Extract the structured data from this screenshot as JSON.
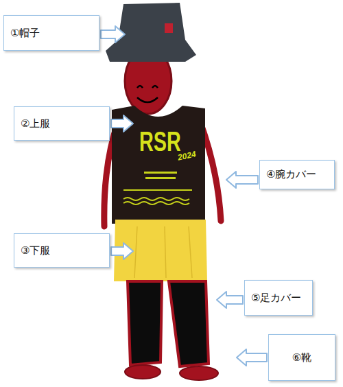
{
  "diagram": {
    "nodes": [
      {
        "text": [
          "①帽子"
        ]
      },
      {
        "text": [
          "②上服"
        ]
      },
      {
        "text": [
          "④腕カバー"
        ]
      },
      {
        "text": [
          "③下服"
        ]
      },
      {
        "text": [
          "⑤足カバー"
        ]
      },
      {
        "text": [
          "⑥靴"
        ]
      }
    ],
    "labels": [
      "RSR",
      "2024"
    ]
  }
}
